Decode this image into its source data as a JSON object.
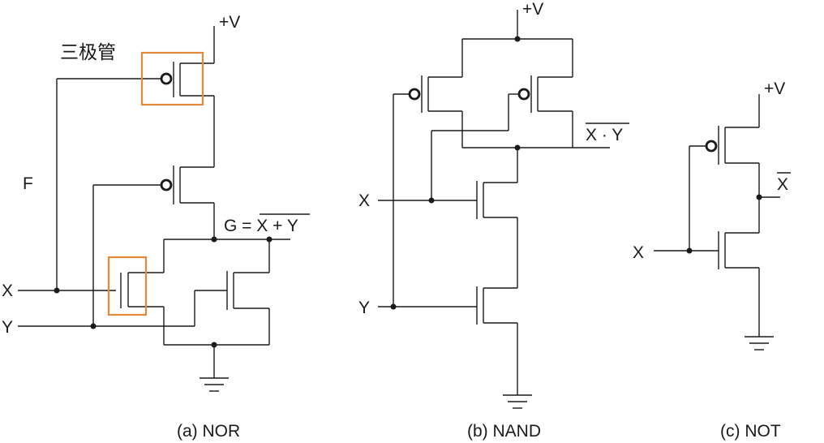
{
  "colors": {
    "ink": "#1a1a1a",
    "highlight": "#e8893a"
  },
  "nor": {
    "supply": "+V",
    "annotation": "三极管",
    "f_label": "F",
    "g_prefix": "G = ",
    "g_expr": "X + Y",
    "x_input": "X",
    "y_input": "Y",
    "caption": "(a) NOR"
  },
  "nand": {
    "supply": "+V",
    "output": "X · Y",
    "x_input": "X",
    "y_input": "Y",
    "caption": "(b) NAND"
  },
  "not": {
    "supply": "+V",
    "output": "X",
    "x_input": "X",
    "caption": "(c) NOT"
  }
}
